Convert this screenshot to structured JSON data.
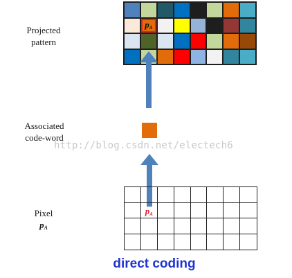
{
  "labels": {
    "projected_line1": "Projected",
    "projected_line2": "pattern",
    "associated_line1": "Associated",
    "associated_line2": "code-word",
    "pixel_line1": "Pixel",
    "pixel_symbol": "p",
    "pixel_symbol_sub": "A"
  },
  "pattern": {
    "rows": 4,
    "cols": 8,
    "colors": [
      [
        "#4f81bd",
        "#c3d69b",
        "#215967",
        "#0070c0",
        "#1e1e1e",
        "#c3d69b",
        "#e36c0a",
        "#4bacc6"
      ],
      [
        "#fde9d9",
        "#e36c0a",
        "#f2f2f2",
        "#ffff00",
        "#95b3d7",
        "#1e1e1e",
        "#953735",
        "#31859c"
      ],
      [
        "#dbe5f1",
        "#4f6228",
        "#dbe5f1",
        "#0070c0",
        "#ff0000",
        "#c3d69b",
        "#e36c0a",
        "#984807"
      ],
      [
        "#0070c0",
        "#c3d69b",
        "#e36c0a",
        "#ff0000",
        "#8db4e2",
        "#f2f2f2",
        "#31859c",
        "#4bacc6"
      ]
    ],
    "highlight_row": 1,
    "highlight_col": 1,
    "highlight_text": "p",
    "highlight_sub": "A",
    "highlight_border_color": "#e02020"
  },
  "codeword": {
    "color": "#e36c0a"
  },
  "arrows": {
    "color": "#4f81bd"
  },
  "pixel_grid": {
    "rows": 4,
    "cols": 8,
    "marked_row": 1,
    "marked_col": 1,
    "marked_text": "p",
    "marked_sub": "A",
    "marked_color": "#e02030"
  },
  "watermark": "http://blog.csdn.net/electech6",
  "caption": "direct coding",
  "caption_color": "#1f33d1"
}
